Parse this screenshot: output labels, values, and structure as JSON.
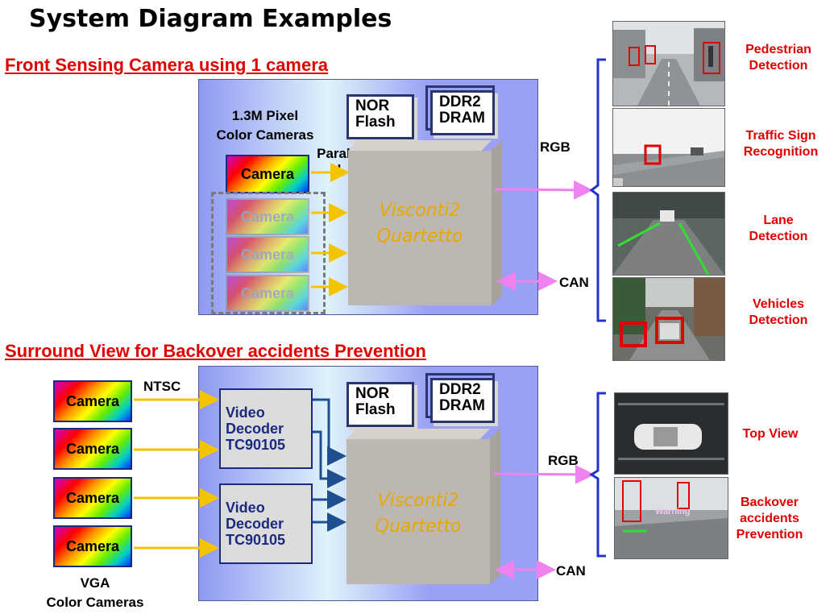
{
  "title": "System Diagram Examples",
  "section1": {
    "heading": "Front Sensing Camera using 1 camera",
    "cameras_label_line1": "1.3M Pixel",
    "cameras_label_line2": "Color Cameras",
    "parallel_label_line1": "Paralle",
    "parallel_label_line2": "l",
    "camera_label": "Camera",
    "camera_faded_1": "Camera",
    "camera_faded_2": "Camera",
    "camera_faded_3": "Camera",
    "nor_line1": "NOR",
    "nor_line2": "Flash",
    "ddr_line1": "DDR2",
    "ddr_line2": "DRAM",
    "chip_line1": "Visconti2",
    "chip_line2": "Quartetto",
    "rgb": "RGB",
    "can": "CAN",
    "outputs": [
      {
        "line1": "Pedestrian",
        "line2": "Detection"
      },
      {
        "line1": "Traffic Sign",
        "line2": "Recognition"
      },
      {
        "line1": "Lane",
        "line2": "Detection"
      },
      {
        "line1": "Vehicles",
        "line2": "Detection"
      }
    ]
  },
  "section2": {
    "heading": "Surround View for Backover accidents Prevention",
    "ntsc": "NTSC",
    "cameras": [
      "Camera",
      "Camera",
      "Camera",
      "Camera"
    ],
    "vga_line1": "VGA",
    "vga_line2": "Color Cameras",
    "decoder1": {
      "line1": "Video",
      "line2": "Decoder",
      "line3": "TC90105"
    },
    "decoder2": {
      "line1": "Video",
      "line2": "Decoder",
      "line3": "TC90105"
    },
    "nor_line1": "NOR",
    "nor_line2": "Flash",
    "ddr_line1": "DDR2",
    "ddr_line2": "DRAM",
    "chip_line1": "Visconti2",
    "chip_line2": "Quartetto",
    "rgb": "RGB",
    "can": "CAN",
    "warning": "Warning",
    "outputs": [
      {
        "line1": "Top View"
      },
      {
        "line1": "Backover",
        "line2": "accidents",
        "line3": "Prevention"
      }
    ]
  },
  "colors": {
    "heading_red": "#e00000",
    "chip_label": "#e8a800",
    "arrow_yellow": "#f5c400",
    "arrow_pink": "#ee82ee",
    "bracket_blue": "#2233cc",
    "decoder_text": "#1a2a80"
  }
}
